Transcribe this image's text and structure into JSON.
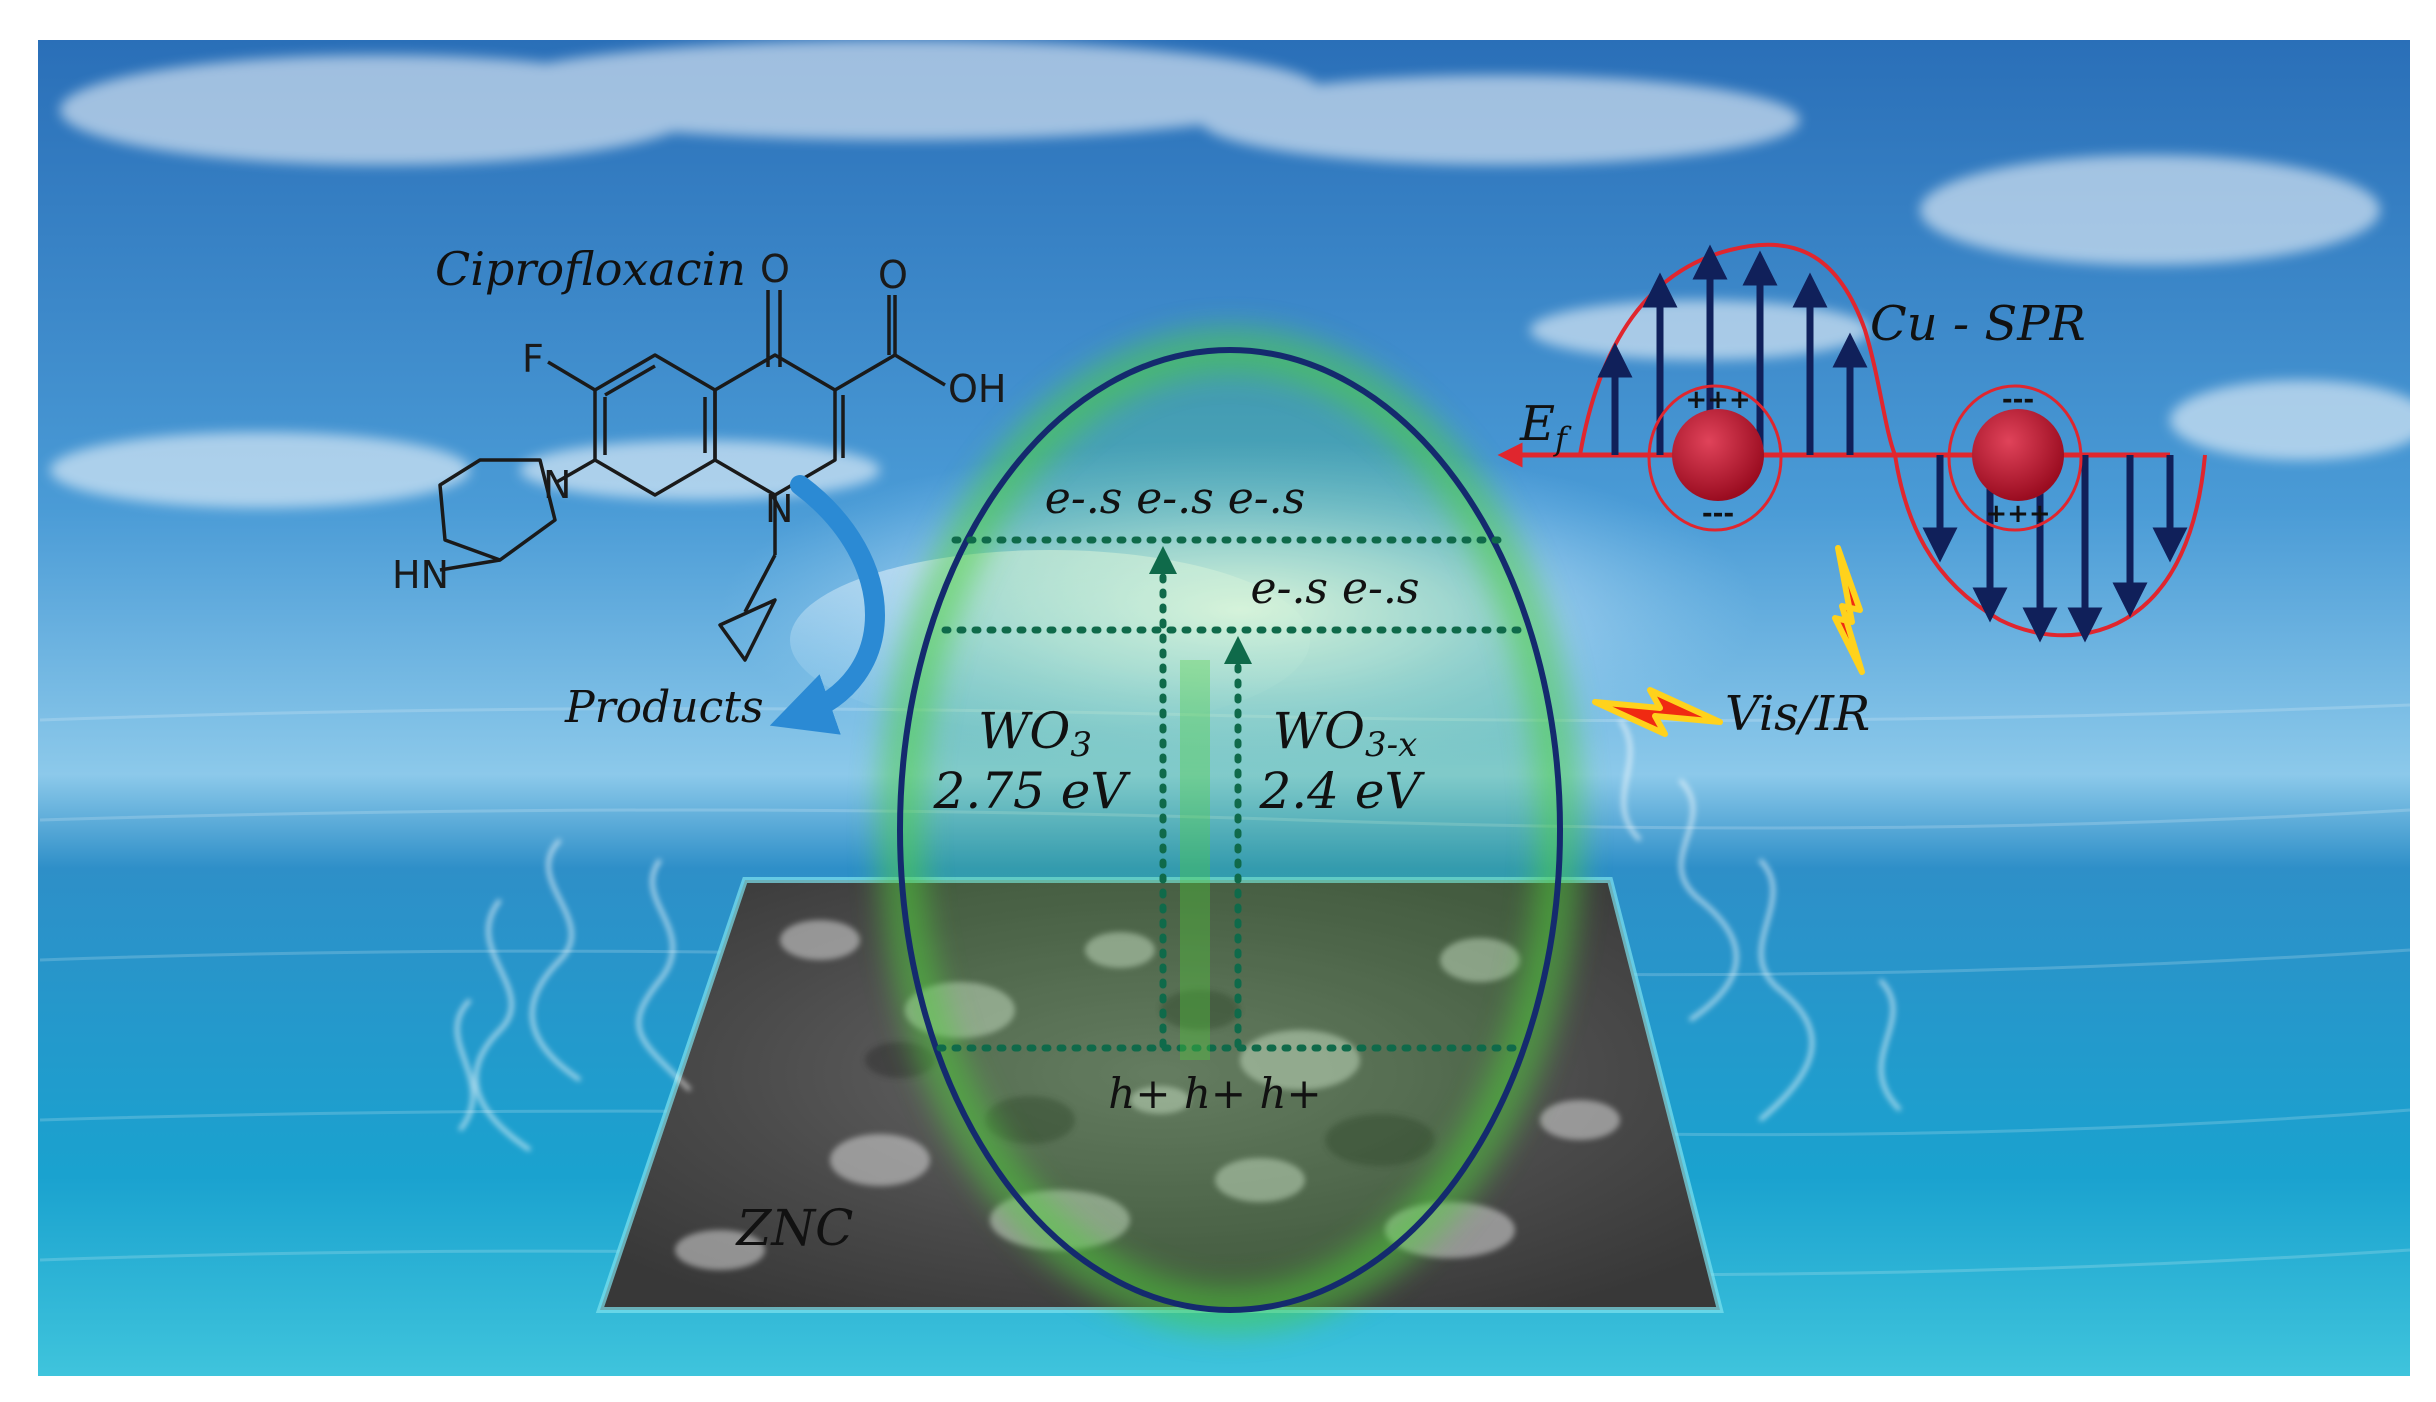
{
  "labels": {
    "molecule_name": "Ciprofloxacin",
    "products": "Products",
    "surface_plasmon": "Cu - SPR",
    "fermi_level_main": "E",
    "fermi_level_sub": "f",
    "light_source": "Vis/IR",
    "electrons_top": "e-.s e-.s e-.s",
    "electrons_mid": "e-.s e-.s",
    "holes": "h+ h+ h+",
    "material_a": "WO",
    "material_a_sub": "3",
    "material_a_gap": "2.75 eV",
    "material_b": "WO",
    "material_b_sub": "3-x",
    "material_b_gap": "2.4 eV",
    "substrate": "ZNC"
  },
  "molecule_atoms": {
    "fluorine": "F",
    "keto_oxygen": "O",
    "acid_oxygen": "O",
    "hydroxyl": "OH",
    "ring_nitrogen": "N",
    "piperazine_nitrogen": "N",
    "amine": "HN"
  },
  "charges": {
    "plus": "+++",
    "minus": "---"
  },
  "colors": {
    "sky": "#3f8fd0",
    "sea": "#1a9fcf",
    "ellipse_stroke": "#142a6e",
    "ellipse_glow": "#4fd23a",
    "band_dots": "#0f6a4a",
    "particle": "#b4122a",
    "wave": "#e0262e",
    "field_arrow": "#10205a",
    "curved_arrow": "#2b8ad4",
    "lightning": "#f02a12",
    "lightning_glow": "#ffd21c"
  }
}
